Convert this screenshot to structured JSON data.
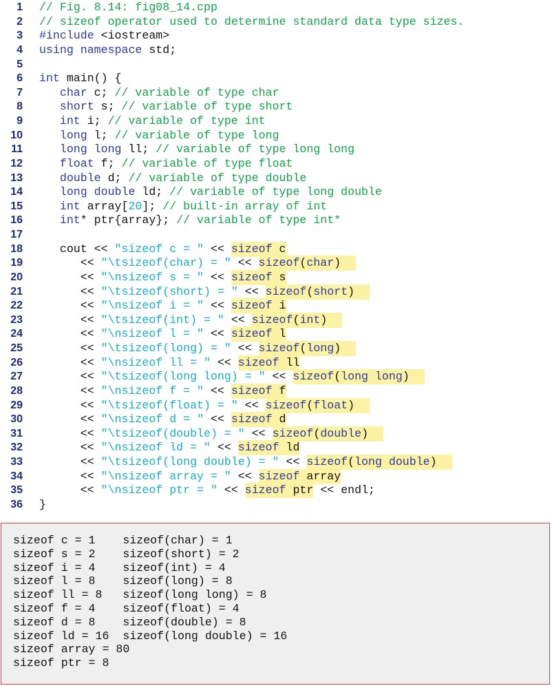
{
  "code": [
    {
      "n": "1",
      "seg": [
        [
          "c",
          "// Fig. 8.14: fig08_14.cpp"
        ]
      ]
    },
    {
      "n": "2",
      "seg": [
        [
          "c",
          "// sizeof operator used to determine standard data type sizes."
        ]
      ]
    },
    {
      "n": "3",
      "seg": [
        [
          "k",
          "#include "
        ],
        [
          "p",
          "<iostream>"
        ]
      ]
    },
    {
      "n": "4",
      "seg": [
        [
          "k",
          "using namespace "
        ],
        [
          "p",
          "std;"
        ]
      ]
    },
    {
      "n": "5",
      "seg": []
    },
    {
      "n": "6",
      "seg": [
        [
          "k",
          "int "
        ],
        [
          "p",
          "main() {"
        ]
      ]
    },
    {
      "n": "7",
      "seg": [
        [
          "k",
          "   char "
        ],
        [
          "p",
          "c; "
        ],
        [
          "c",
          "// variable of type char"
        ]
      ]
    },
    {
      "n": "8",
      "seg": [
        [
          "k",
          "   short "
        ],
        [
          "p",
          "s; "
        ],
        [
          "c",
          "// variable of type short"
        ]
      ]
    },
    {
      "n": "9",
      "seg": [
        [
          "k",
          "   int "
        ],
        [
          "p",
          "i; "
        ],
        [
          "c",
          "// variable of type int"
        ]
      ]
    },
    {
      "n": "10",
      "seg": [
        [
          "k",
          "   long "
        ],
        [
          "p",
          "l; "
        ],
        [
          "c",
          "// variable of type long"
        ]
      ]
    },
    {
      "n": "11",
      "seg": [
        [
          "k",
          "   long long "
        ],
        [
          "p",
          "ll; "
        ],
        [
          "c",
          "// variable of type long long"
        ]
      ]
    },
    {
      "n": "12",
      "seg": [
        [
          "k",
          "   float "
        ],
        [
          "p",
          "f; "
        ],
        [
          "c",
          "// variable of type float"
        ]
      ]
    },
    {
      "n": "13",
      "seg": [
        [
          "k",
          "   double "
        ],
        [
          "p",
          "d; "
        ],
        [
          "c",
          "// variable of type double"
        ]
      ]
    },
    {
      "n": "14",
      "seg": [
        [
          "k",
          "   long double "
        ],
        [
          "p",
          "ld; "
        ],
        [
          "c",
          "// variable of type long double"
        ]
      ]
    },
    {
      "n": "15",
      "seg": [
        [
          "k",
          "   int "
        ],
        [
          "p",
          "array["
        ],
        [
          "n",
          "20"
        ],
        [
          "p",
          "]; "
        ],
        [
          "c",
          "// built-in array of int"
        ]
      ]
    },
    {
      "n": "16",
      "seg": [
        [
          "k",
          "   int"
        ],
        [
          "p",
          "* ptr{array}; "
        ],
        [
          "c",
          "// variable of type int*"
        ]
      ]
    },
    {
      "n": "17",
      "seg": []
    },
    {
      "n": "18",
      "seg": [
        [
          "p",
          "   cout << "
        ],
        [
          "s",
          "\"sizeof c = \""
        ],
        [
          "p",
          " << "
        ],
        [
          "k*",
          "sizeof"
        ],
        [
          "p*",
          " c"
        ]
      ]
    },
    {
      "n": "19",
      "seg": [
        [
          "p",
          "      << "
        ],
        [
          "s",
          "\"\\tsizeof(char) = \""
        ],
        [
          "p",
          " << "
        ],
        [
          "k+",
          "sizeof"
        ],
        [
          "p+",
          "("
        ],
        [
          "k+",
          "char"
        ],
        [
          "p+",
          ")"
        ]
      ]
    },
    {
      "n": "20",
      "seg": [
        [
          "p",
          "      << "
        ],
        [
          "s",
          "\"\\nsizeof s = \""
        ],
        [
          "p",
          " << "
        ],
        [
          "k*",
          "sizeof"
        ],
        [
          "p*",
          " s"
        ]
      ]
    },
    {
      "n": "21",
      "seg": [
        [
          "p",
          "      << "
        ],
        [
          "s",
          "\"\\tsizeof(short) = \""
        ],
        [
          "p",
          " << "
        ],
        [
          "k+",
          "sizeof"
        ],
        [
          "p+",
          "("
        ],
        [
          "k+",
          "short"
        ],
        [
          "p+",
          ")"
        ]
      ]
    },
    {
      "n": "22",
      "seg": [
        [
          "p",
          "      << "
        ],
        [
          "s",
          "\"\\nsizeof i = \""
        ],
        [
          "p",
          " << "
        ],
        [
          "k*",
          "sizeof"
        ],
        [
          "p*",
          " i"
        ]
      ]
    },
    {
      "n": "23",
      "seg": [
        [
          "p",
          "      << "
        ],
        [
          "s",
          "\"\\tsizeof(int) = \""
        ],
        [
          "p",
          " << "
        ],
        [
          "k+",
          "sizeof"
        ],
        [
          "p+",
          "("
        ],
        [
          "k+",
          "int"
        ],
        [
          "p+",
          ")"
        ]
      ]
    },
    {
      "n": "24",
      "seg": [
        [
          "p",
          "      << "
        ],
        [
          "s",
          "\"\\nsizeof l = \""
        ],
        [
          "p",
          " << "
        ],
        [
          "k*",
          "sizeof"
        ],
        [
          "p*",
          " l"
        ]
      ]
    },
    {
      "n": "25",
      "seg": [
        [
          "p",
          "      << "
        ],
        [
          "s",
          "\"\\tsizeof(long) = \""
        ],
        [
          "p",
          " << "
        ],
        [
          "k+",
          "sizeof"
        ],
        [
          "p+",
          "("
        ],
        [
          "k+",
          "long"
        ],
        [
          "p+",
          ")"
        ]
      ]
    },
    {
      "n": "26",
      "seg": [
        [
          "p",
          "      << "
        ],
        [
          "s",
          "\"\\nsizeof ll = \""
        ],
        [
          "p",
          " << "
        ],
        [
          "k*",
          "sizeof"
        ],
        [
          "p*",
          " ll"
        ]
      ]
    },
    {
      "n": "27",
      "seg": [
        [
          "p",
          "      << "
        ],
        [
          "s",
          "\"\\tsizeof(long long) = \""
        ],
        [
          "p",
          " << "
        ],
        [
          "k+",
          "sizeof"
        ],
        [
          "p+",
          "("
        ],
        [
          "k+",
          "long long"
        ],
        [
          "p+",
          ")"
        ]
      ]
    },
    {
      "n": "28",
      "seg": [
        [
          "p",
          "      << "
        ],
        [
          "s",
          "\"\\nsizeof f = \""
        ],
        [
          "p",
          " << "
        ],
        [
          "k*",
          "sizeof"
        ],
        [
          "p*",
          " f"
        ]
      ]
    },
    {
      "n": "29",
      "seg": [
        [
          "p",
          "      << "
        ],
        [
          "s",
          "\"\\tsizeof(float) = \""
        ],
        [
          "p",
          " << "
        ],
        [
          "k+",
          "sizeof"
        ],
        [
          "p+",
          "("
        ],
        [
          "k+",
          "float"
        ],
        [
          "p+",
          ")"
        ]
      ]
    },
    {
      "n": "30",
      "seg": [
        [
          "p",
          "      << "
        ],
        [
          "s",
          "\"\\nsizeof d = \""
        ],
        [
          "p",
          " << "
        ],
        [
          "k*",
          "sizeof"
        ],
        [
          "p*",
          " d"
        ]
      ]
    },
    {
      "n": "31",
      "seg": [
        [
          "p",
          "      << "
        ],
        [
          "s",
          "\"\\tsizeof(double) = \""
        ],
        [
          "p",
          " << "
        ],
        [
          "k+",
          "sizeof"
        ],
        [
          "p+",
          "("
        ],
        [
          "k+",
          "double"
        ],
        [
          "p+",
          ")"
        ]
      ]
    },
    {
      "n": "32",
      "seg": [
        [
          "p",
          "      << "
        ],
        [
          "s",
          "\"\\nsizeof ld = \""
        ],
        [
          "p",
          " << "
        ],
        [
          "k*",
          "sizeof"
        ],
        [
          "p*",
          " ld"
        ]
      ]
    },
    {
      "n": "33",
      "seg": [
        [
          "p",
          "      << "
        ],
        [
          "s",
          "\"\\tsizeof(long double) = \""
        ],
        [
          "p",
          " << "
        ],
        [
          "k+",
          "sizeof"
        ],
        [
          "p+",
          "("
        ],
        [
          "k+",
          "long double"
        ],
        [
          "p+",
          ")"
        ]
      ]
    },
    {
      "n": "34",
      "seg": [
        [
          "p",
          "      << "
        ],
        [
          "s",
          "\"\\nsizeof array = \""
        ],
        [
          "p",
          " << "
        ],
        [
          "k*",
          "sizeof"
        ],
        [
          "p*",
          " array"
        ]
      ]
    },
    {
      "n": "35",
      "seg": [
        [
          "p",
          "      << "
        ],
        [
          "s",
          "\"\\nsizeof ptr = \""
        ],
        [
          "p",
          " << "
        ],
        [
          "k*",
          "sizeof"
        ],
        [
          "p*",
          " ptr"
        ],
        [
          "p",
          " << endl;"
        ]
      ]
    },
    {
      "n": "36",
      "seg": [
        [
          "p",
          "}"
        ]
      ]
    }
  ],
  "output": [
    "sizeof c = 1    sizeof(char) = 1",
    "sizeof s = 2    sizeof(short) = 2",
    "sizeof i = 4    sizeof(int) = 4",
    "sizeof l = 8    sizeof(long) = 8",
    "sizeof ll = 8   sizeof(long long) = 8",
    "sizeof f = 4    sizeof(float) = 4",
    "sizeof d = 8    sizeof(double) = 8",
    "sizeof ld = 16  sizeof(long double) = 16",
    "sizeof array = 80",
    "sizeof ptr = 8"
  ],
  "colors": {
    "comment": "#14a24a",
    "keyword": "#2b3a9c",
    "string": "#17aec6",
    "highlight": "#fbf2a3",
    "output_border": "#d9424a"
  }
}
